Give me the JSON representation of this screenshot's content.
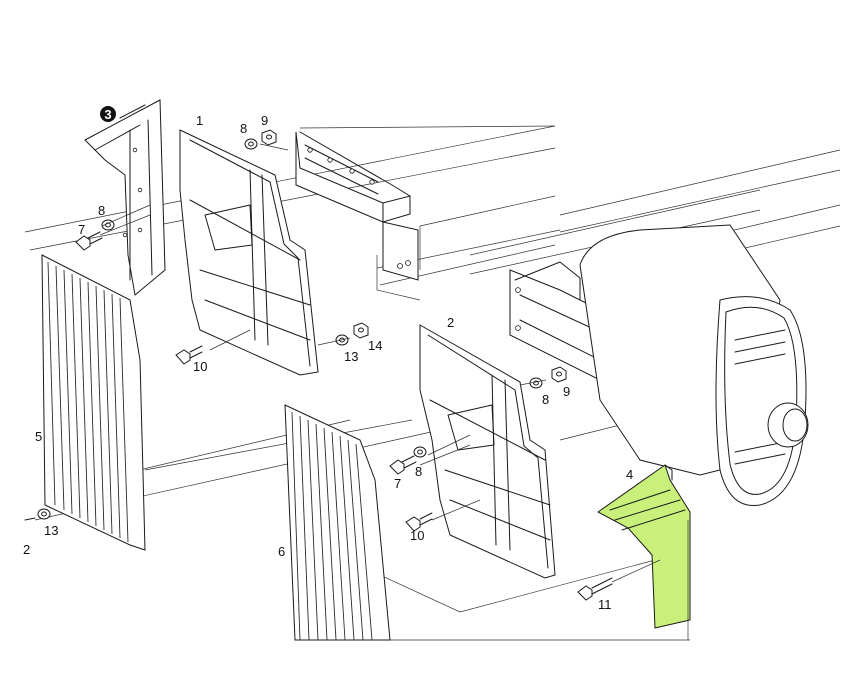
{
  "colors": {
    "highlight": "#c8f07a",
    "line": "#1a1a1a",
    "background": "#ffffff"
  },
  "labels": {
    "p1": "1",
    "p2": "2",
    "p2b": "2",
    "p3": "3",
    "p4": "4",
    "p5": "5",
    "p6": "6",
    "p7a": "7",
    "p7b": "7",
    "p8a": "8",
    "p8b": "8",
    "p8c": "8",
    "p8d": "8",
    "p9a": "9",
    "p9b": "9",
    "p10a": "10",
    "p10b": "10",
    "p11": "11",
    "p13a": "13",
    "p13b": "13",
    "p14": "14"
  },
  "highlighted_part": "4"
}
